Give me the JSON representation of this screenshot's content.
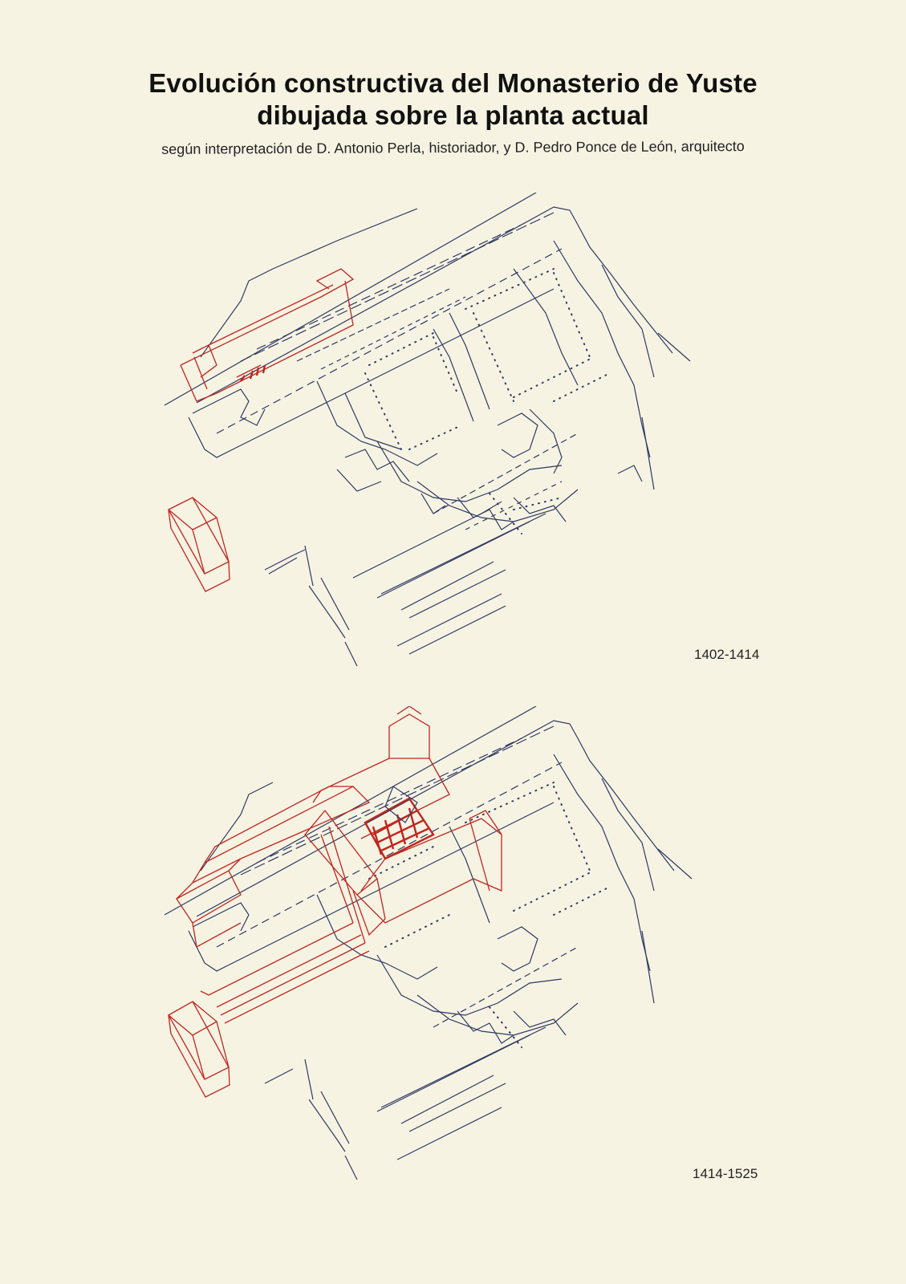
{
  "header": {
    "title_line1": "Evolución constructiva del Monasterio de Yuste",
    "title_line2": "dibujada sobre la planta actual",
    "subtitle": "según interpretación de D. Antonio Perla, historiador, y D. Pedro Ponce de León, arquitecto"
  },
  "plans": [
    {
      "period": "1402-1414"
    },
    {
      "period": "1414-1525"
    }
  ],
  "colors": {
    "background": "#f7f3e3",
    "plan_lines": "#2d3a62",
    "construction_red": "#c0261f"
  }
}
